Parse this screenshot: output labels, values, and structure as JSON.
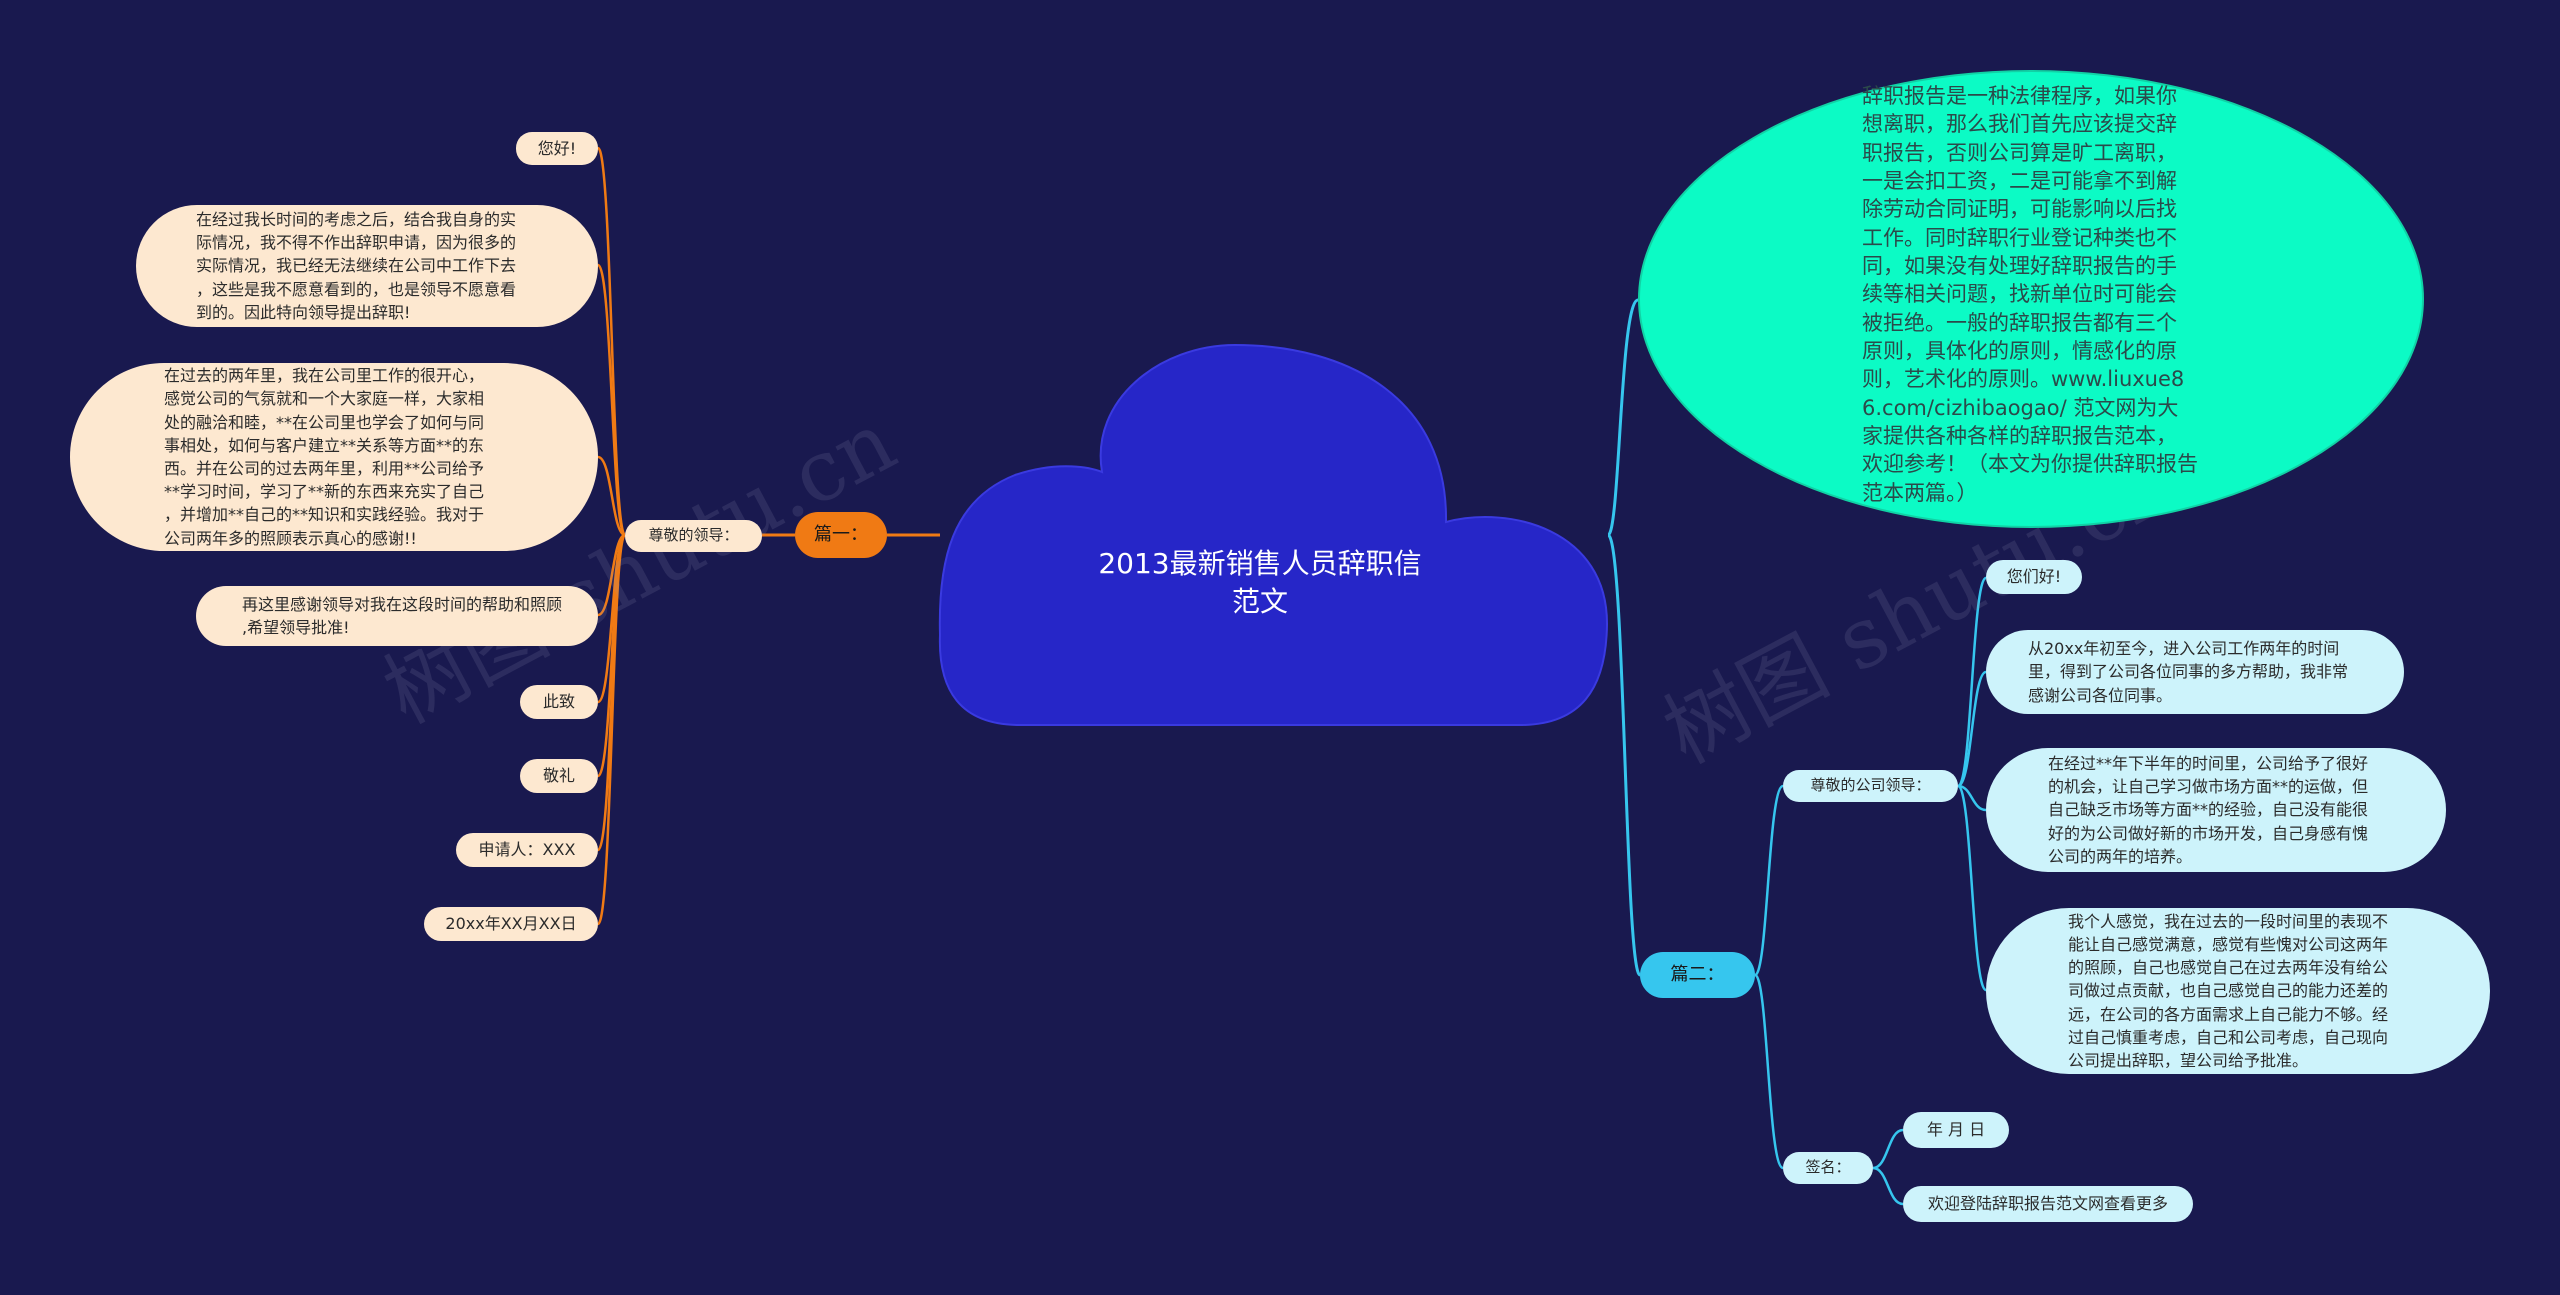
{
  "colors": {
    "background": "#19194f",
    "root_fill": "#2626c8",
    "left_branch": "#f07a14",
    "left_leaf": "#fde8d0",
    "right_branch": "#36c6ee",
    "right_leaf": "#cdf3fb",
    "intro_fill": "#0cfbc5"
  },
  "root": {
    "title": "2013最新销售人员辞职信\n范文"
  },
  "intro": {
    "text": "辞职报告是一种法律程序，如果你\n想离职，那么我们首先应该提交辞\n职报告，否则公司算是旷工离职，\n一是会扣工资，二是可能拿不到解\n除劳动合同证明，可能影响以后找\n工作。同时辞职行业登记种类也不\n同，如果没有处理好辞职报告的手\n续等相关问题，找新单位时可能会\n被拒绝。一般的辞职报告都有三个\n原则，具体化的原则，情感化的原\n则，艺术化的原则。www.liuxue8\n6.com/cizhibaogao/ 范文网为大\n家提供各种各样的辞职报告范本，\n欢迎参考！（本文为你提供辞职报告\n范本两篇。）"
  },
  "left": {
    "branch": "篇一：",
    "sub": "尊敬的领导：",
    "items": [
      "您好!",
      "在经过我长时间的考虑之后，结合我自身的实\n际情况，我不得不作出辞职申请，因为很多的\n实际情况，我已经无法继续在公司中工作下去\n，这些是我不愿意看到的，也是领导不愿意看\n到的。因此特向领导提出辞职!",
      "在过去的两年里，我在公司里工作的很开心，\n感觉公司的气氛就和一个大家庭一样，大家相\n处的融洽和睦，**在公司里也学会了如何与同\n事相处，如何与客户建立**关系等方面**的东\n西。并在公司的过去两年里，利用**公司给予\n**学习时间，学习了**新的东西来充实了自己\n，并增加**自己的**知识和实践经验。我对于\n公司两年多的照顾表示真心的感谢!!",
      "再这里感谢领导对我在这段时间的帮助和照顾\n,希望领导批准!",
      "此致",
      "敬礼",
      "申请人：XXX",
      "20xx年XX月XX日"
    ]
  },
  "right": {
    "branch": "篇二：",
    "sub1": "尊敬的公司领导：",
    "sub1_items": [
      "您们好!",
      "从20xx年初至今，进入公司工作两年的时间\n里，得到了公司各位同事的多方帮助，我非常\n感谢公司各位同事。",
      "在经过**年下半年的时间里，公司给予了很好\n的机会，让自己学习做市场方面**的运做，但\n自己缺乏市场等方面**的经验，自己没有能很\n好的为公司做好新的市场开发，自己身感有愧\n公司的两年的培养。",
      "我个人感觉，我在过去的一段时间里的表现不\n能让自己感觉满意，感觉有些愧对公司这两年\n的照顾，自己也感觉自己在过去两年没有给公\n司做过点贡献，也自己感觉自己的能力还差的\n远，在公司的各方面需求上自己能力不够。经\n过自己慎重考虑，自己和公司考虑，自己现向\n公司提出辞职，望公司给予批准。"
    ],
    "sub2": "签名：",
    "sub2_items": [
      "年 月 日",
      "欢迎登陆辞职报告范文网查看更多"
    ]
  },
  "watermarks": [
    "树图 shutu.cn",
    "树图 shutu.cn"
  ]
}
